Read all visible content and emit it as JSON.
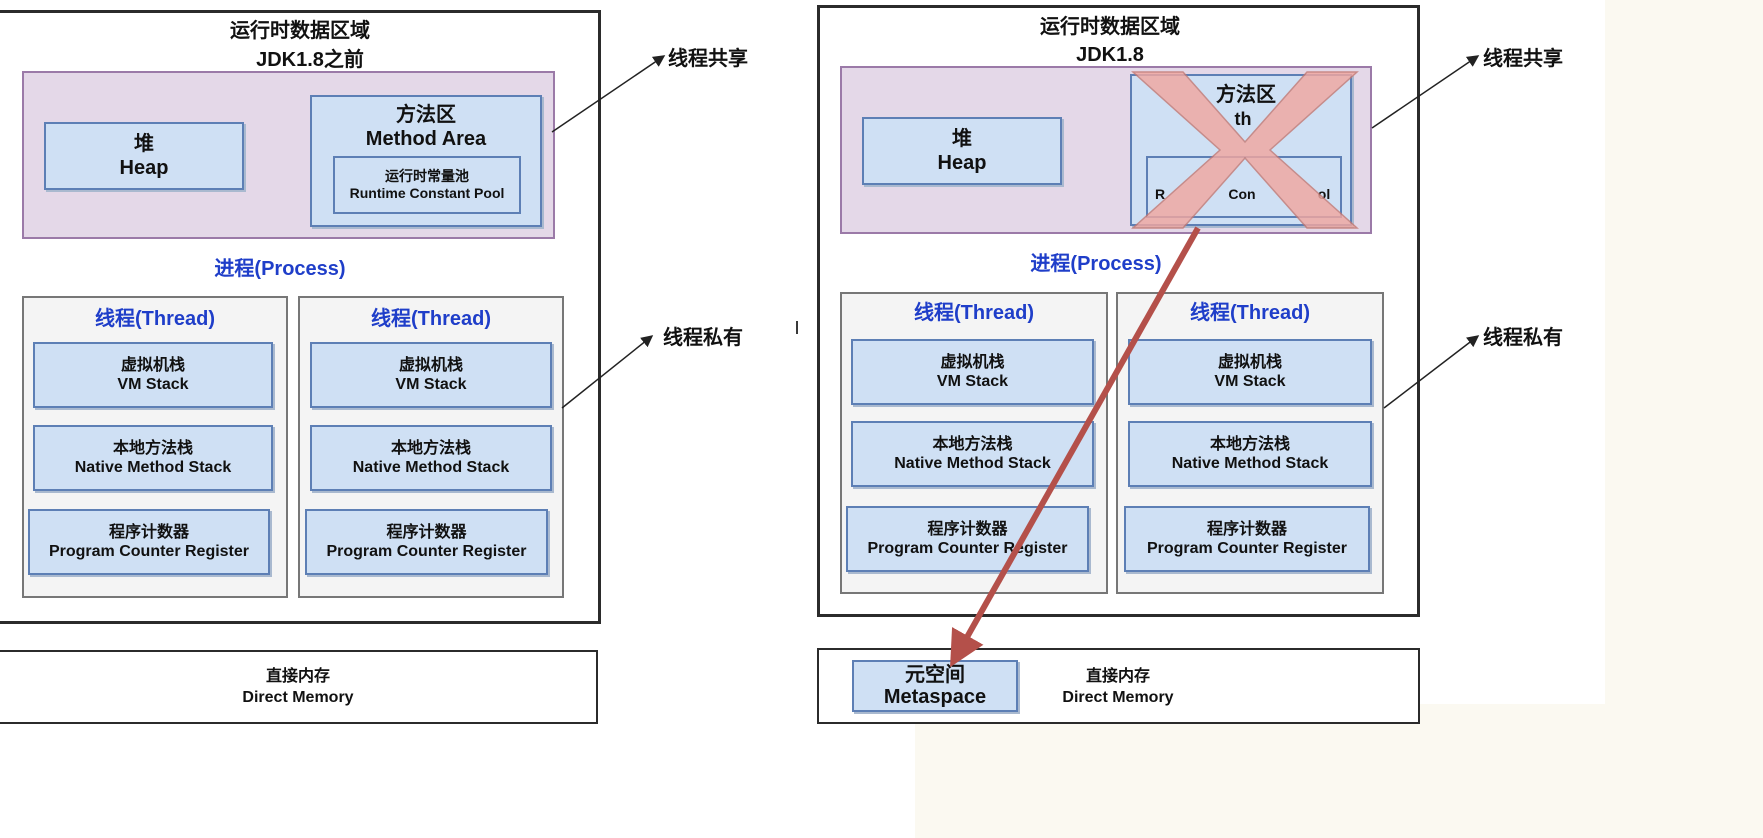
{
  "left": {
    "title": "运行时数据区域",
    "subtitle": "JDK1.8之前",
    "heap": {
      "cn": "堆",
      "en": "Heap"
    },
    "method_area": {
      "cn": "方法区",
      "en": "Method Area"
    },
    "constant_pool": {
      "cn": "运行时常量池",
      "en": "Runtime Constant Pool"
    },
    "process": "进程(Process)",
    "threads": [
      {
        "title": "线程(Thread)"
      },
      {
        "title": "线程(Thread)"
      }
    ],
    "direct_memory": {
      "cn": "直接内存",
      "en": "Direct Memory"
    },
    "shared_label": "线程共享",
    "private_label": "线程私有"
  },
  "right": {
    "title": "运行时数据区域",
    "subtitle": "JDK1.8",
    "heap": {
      "cn": "堆",
      "en": "Heap"
    },
    "method_area_partial": "方法区",
    "method_area_en_partial": "th",
    "constant_pool_left": "R",
    "constant_pool_mid": "Con",
    "constant_pool_right": "ol",
    "process": "进程(Process)",
    "threads": [
      {
        "title": "线程(Thread)"
      },
      {
        "title": "线程(Thread)"
      }
    ],
    "metaspace": {
      "cn": "元空间",
      "en": "Metaspace"
    },
    "direct_memory": {
      "cn": "直接内存",
      "en": "Direct Memory"
    },
    "shared_label": "线程共享",
    "private_label": "线程私有"
  },
  "thread_items": {
    "vm_stack": {
      "cn": "虚拟机栈",
      "en": "VM Stack"
    },
    "native_stack": {
      "cn": "本地方法栈",
      "en": "Native Method Stack"
    },
    "pc": {
      "cn": "程序计数器",
      "en": "Program Counter Register"
    }
  },
  "stray_mark": "I",
  "colors": {
    "blue_box": "#cfe0f4",
    "shared_area": "#e4d8e8",
    "process_text": "#1f3ec9",
    "cross": "#f1a7a0",
    "arrow": "#b4504a"
  }
}
